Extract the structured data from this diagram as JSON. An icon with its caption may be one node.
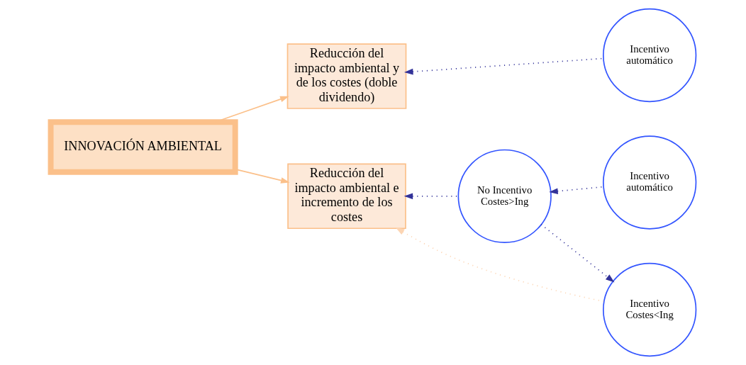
{
  "diagram": {
    "nodes": [
      {
        "text": [
          "INNOVACIÓN AMBIENTAL"
        ]
      },
      {
        "text": [
          "Reducción del impacto ambiental y de los costes (doble dividendo)"
        ]
      },
      {
        "text": [
          "Incentivo automático"
        ]
      },
      {
        "text": [
          "No Incentivo Costes>Ing"
        ]
      },
      {
        "text": [
          "Incentivo automático"
        ]
      },
      {
        "text": [
          "Reducción del impacto ambiental e incremento de los costes"
        ]
      },
      {
        "text": [
          "Incentivo Costes<Ing"
        ]
      }
    ],
    "edges": [
      {
        "from": 0,
        "to": 1,
        "arrow": "to",
        "color": "#fbc08a"
      },
      {
        "from": 0,
        "to": 5,
        "arrow": "to",
        "color": "#fbc08a"
      },
      {
        "from": 2,
        "to": 1,
        "arrow": "to",
        "style": "dashed"
      },
      {
        "from": 4,
        "to": 3,
        "arrow": "to",
        "style": "dashed"
      },
      {
        "from": 3,
        "to": 5,
        "arrow": "to",
        "style": "dashed"
      },
      {
        "from": 3,
        "to": 6,
        "arrow": "to",
        "style": "dashed"
      },
      {
        "from": 6,
        "to": 5,
        "arrow": "to",
        "style": "dashed",
        "color": "#fcd5b4"
      }
    ]
  }
}
